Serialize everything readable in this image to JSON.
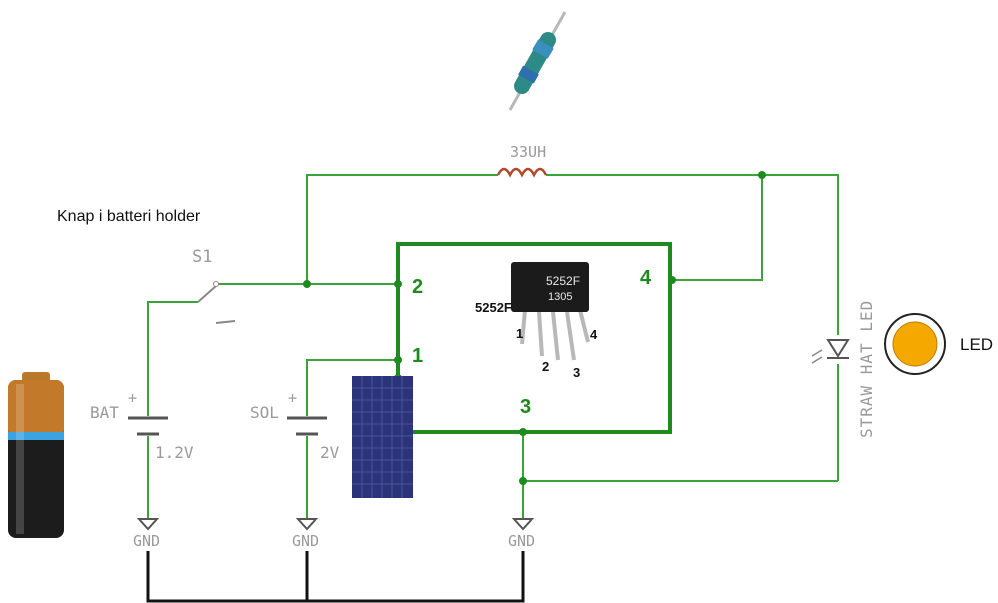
{
  "caption": "Knap i batteri holder",
  "inductor": {
    "label": "33UH"
  },
  "switch": {
    "label": "S1"
  },
  "battery": {
    "name": "BAT",
    "plus": "+",
    "value": "1.2V"
  },
  "solar": {
    "name": "SOL",
    "plus": "+",
    "value": "2V"
  },
  "ic": {
    "part": "5252F",
    "marking_top": "5252F",
    "marking_bottom": "1305",
    "pins": {
      "p1": "1",
      "p2": "2",
      "p3": "3",
      "p4": "4"
    },
    "box_pins": {
      "p1": "1",
      "p2": "2",
      "p3": "3",
      "p4": "4"
    }
  },
  "led": {
    "label": "LED",
    "schematic_label": "STRAW HAT LED"
  },
  "ground": {
    "label": "GND"
  },
  "colors": {
    "wire": "#3aa33a",
    "ic_box": "#1f8a1f",
    "ground_link": "#111111",
    "led_fill": "#f5a800",
    "panel": "#2b3478"
  }
}
